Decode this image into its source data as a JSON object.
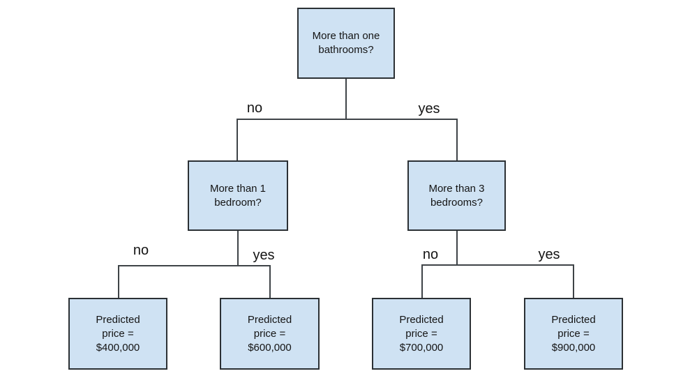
{
  "diagram": {
    "type": "decision-tree",
    "nodes": {
      "root": "More than one\nbathrooms?",
      "left_child": "More than 1\nbedroom?",
      "right_child": "More than 3\nbedrooms?",
      "leaf1": "Predicted\nprice =\n$400,000",
      "leaf2": "Predicted\nprice =\n$600,000",
      "leaf3": "Predicted\nprice =\n$700,000",
      "leaf4": "Predicted\nprice =\n$900,000"
    },
    "edge_labels": {
      "root_no": "no",
      "root_yes": "yes",
      "left_no": "no",
      "left_yes": "yes",
      "right_no": "no",
      "right_yes": "yes"
    },
    "colors": {
      "node_fill": "#cfe2f3",
      "node_border": "#2b3034",
      "connector_line": "#3e4347",
      "text": "#141414",
      "background": "#ffffff"
    }
  }
}
